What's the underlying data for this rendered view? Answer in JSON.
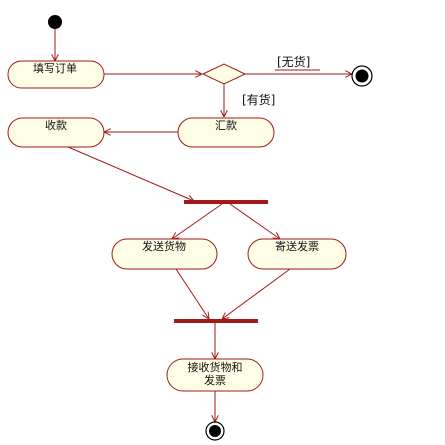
{
  "diagram": {
    "type": "uml-activity",
    "colors": {
      "activity_fill": "#fefee6",
      "stroke": "#a11a1a",
      "text": "#111111",
      "bar": "#a11a1a",
      "node": "#000000"
    },
    "activities": {
      "fill_order": "填写订单",
      "collect": "收款",
      "remit": "汇款",
      "ship_goods": "发送货物",
      "send_invoice": "寄送发票",
      "receive_line1": "接收货物和",
      "receive_line2": "发票"
    },
    "guards": {
      "no_stock": "[无货]",
      "in_stock": "[有货]"
    }
  }
}
